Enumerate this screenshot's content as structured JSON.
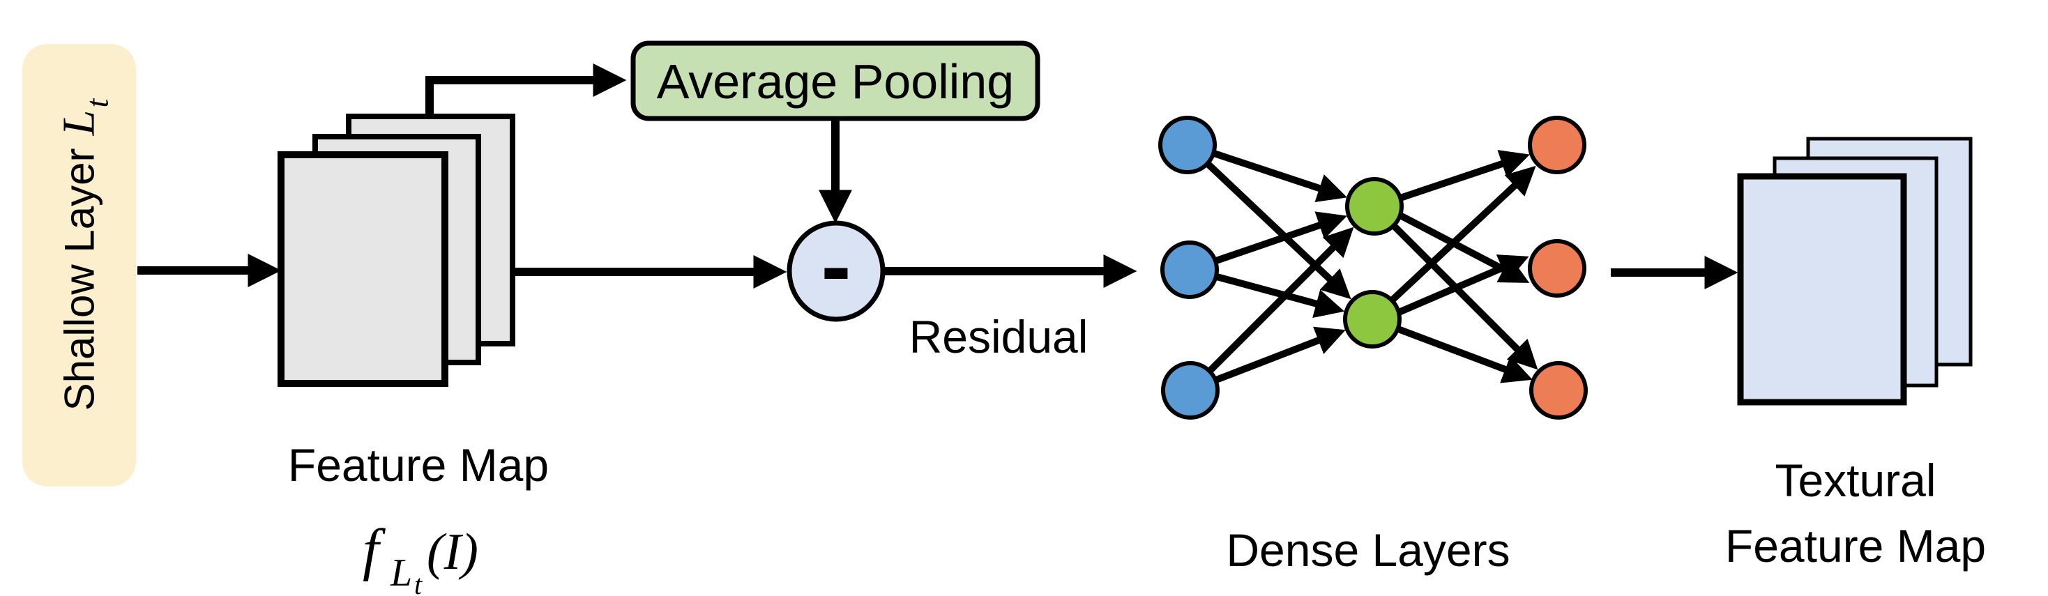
{
  "colors": {
    "background": "#ffffff",
    "line": "#000000",
    "shallow_layer_fill": "#fcefcd",
    "feature_map_fill": "#e6e6e6",
    "avg_pooling_fill": "#c6e0b4",
    "light_blue_fill": "#dae3f3",
    "input_node_fill": "#5b9bd5",
    "hidden_node_fill": "#8dc63f",
    "output_node_fill": "#ec7d54"
  },
  "shallow_layer": {
    "label": "Shallow Layer",
    "math_main": "L",
    "math_sub": "t"
  },
  "feature_map": {
    "label": "Feature Map",
    "math_f": "f",
    "math_sub_L": "L",
    "math_sub_t": "t",
    "math_arg": "(I)"
  },
  "avg_pooling": {
    "label": "Average Pooling"
  },
  "subtract": {
    "symbol": "-"
  },
  "residual": {
    "label": "Residual"
  },
  "dense": {
    "label": "Dense Layers",
    "input_nodes": 3,
    "hidden_nodes": 2,
    "output_nodes": 3
  },
  "textural": {
    "line1": "Textural",
    "line2": "Feature Map"
  }
}
